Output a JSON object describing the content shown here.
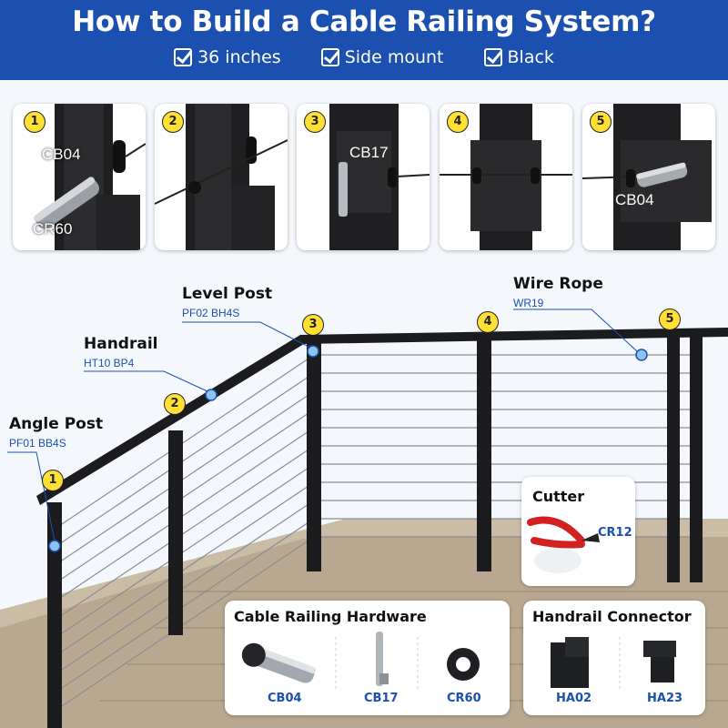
{
  "header": {
    "title": "How to Build a Cable Railing System?",
    "features": [
      "36 inches",
      "Side mount",
      "Black"
    ]
  },
  "steps": [
    {
      "number": "1",
      "labels": [
        "CB04",
        "CR60"
      ]
    },
    {
      "number": "2",
      "labels": []
    },
    {
      "number": "3",
      "labels": [
        "CB17"
      ]
    },
    {
      "number": "4",
      "labels": []
    },
    {
      "number": "5",
      "labels": [
        "CB04"
      ]
    }
  ],
  "callouts": {
    "angle_post": {
      "title": "Angle Post",
      "code": "PF01 BB4S"
    },
    "handrail": {
      "title": "Handrail",
      "code": "HT10 BP4"
    },
    "level_post": {
      "title": "Level Post",
      "code": "PF02 BH4S"
    },
    "wire_rope": {
      "title": "Wire Rope",
      "code": "WR19"
    }
  },
  "post_numbers": [
    "1",
    "2",
    "3",
    "4",
    "5"
  ],
  "cutter": {
    "title": "Cutter",
    "code": "CR12"
  },
  "hardware": {
    "title": "Cable Railing Hardware",
    "parts": [
      "CB04",
      "CB17",
      "CR60"
    ]
  },
  "connector": {
    "title": "Handrail Connector",
    "parts": [
      "HA02",
      "HA23"
    ]
  },
  "colors": {
    "brand": "#1b50b0",
    "badge": "#ffe033",
    "post": "#1c1c1e"
  },
  "icons": [
    "check-icon"
  ]
}
